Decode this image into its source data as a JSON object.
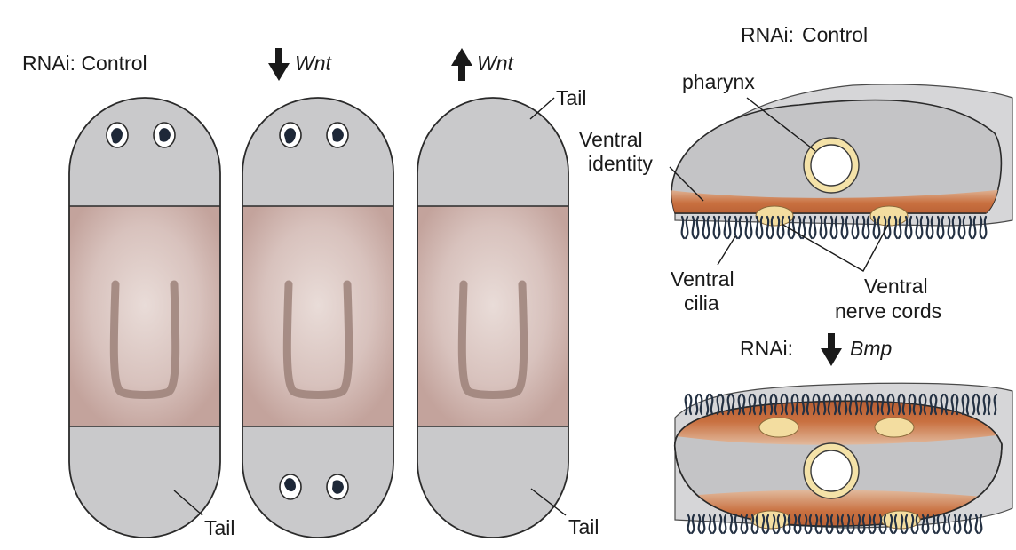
{
  "left_panel": {
    "labels": {
      "control": "RNAi: Control",
      "wnt_down_gene": "Wnt",
      "wnt_up_gene": "Wnt",
      "tail_top": "Tail",
      "tail_bottom_1": "Tail",
      "tail_bottom_3": "Tail"
    }
  },
  "right_panel": {
    "labels": {
      "control_prefix": "RNAi:",
      "control_word": "Control",
      "pharynx": "pharynx",
      "ventral_identity_1": "Ventral",
      "ventral_identity_2": "identity",
      "ventral_cilia_1": "Ventral",
      "ventral_cilia_2": "cilia",
      "nerve_cords_1": "Ventral",
      "nerve_cords_2": "nerve cords",
      "bmp_prefix": "RNAi:",
      "bmp_gene": "Bmp"
    }
  },
  "colors": {
    "body_gray": "#c9c9cb",
    "trunk_brown": "#c9a9a3",
    "gut_brown": "#9c8179",
    "ventral_orange": "#c0642f",
    "nerve_cord_cream": "#f3dda0",
    "cilia_navy": "#233042",
    "outline": "#2a2a2a"
  }
}
